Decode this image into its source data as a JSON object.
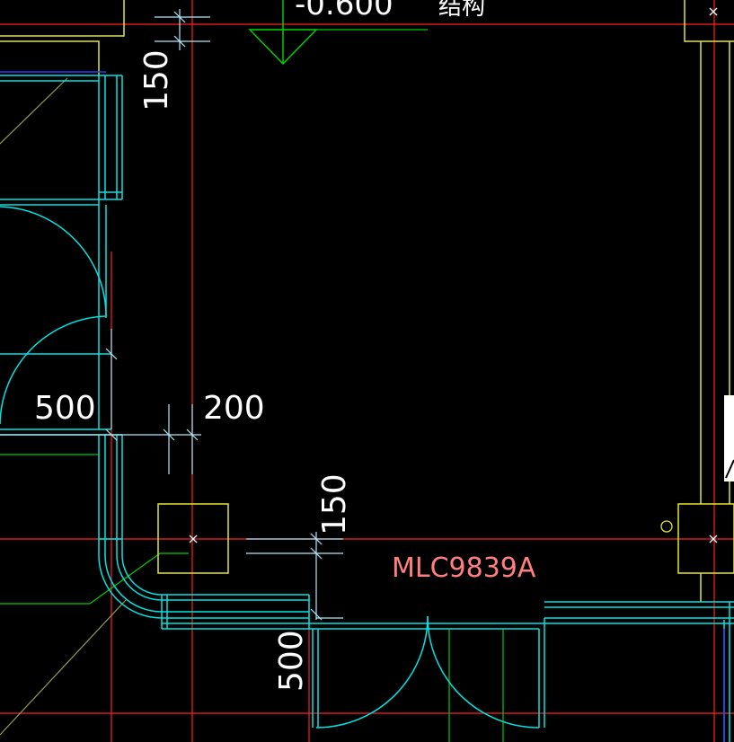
{
  "drawing": {
    "background": "#000000",
    "colors": {
      "axis": "#ff2020",
      "wall": "#00e5e5",
      "column": "#e5e52e",
      "green": "#00cc00",
      "door_label": "#ff7f7f",
      "dimension_text": "#ffffff"
    },
    "dimensions": {
      "dim_150_top": "150",
      "dim_500_left": "500",
      "dim_200": "200",
      "dim_150_right": "150",
      "dim_500_bottom": "500"
    },
    "door_label": "MLC9839A",
    "elevation_text": "-0.600",
    "struct_note": "结构",
    "column_marker": "×",
    "icons": {
      "elevation": "triangle-elevation-icon",
      "column": "column-x-icon",
      "small_circle": "circle-marker-icon"
    }
  }
}
